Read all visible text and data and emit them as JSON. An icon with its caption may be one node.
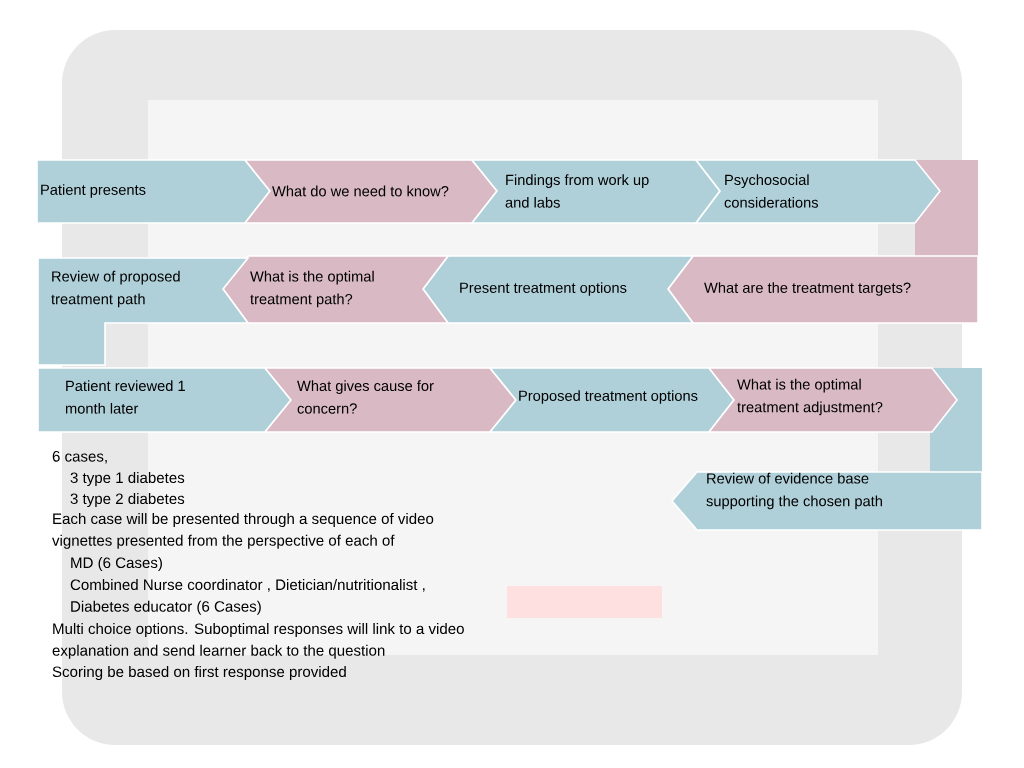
{
  "diagram": {
    "nodes": [
      {
        "text": [
          "Patient presents"
        ]
      },
      {
        "text": [
          "What do we need to know?"
        ]
      },
      {
        "text": [
          "Findings from work up and labs"
        ]
      },
      {
        "text": [
          "Psychosocial considerations"
        ]
      },
      {
        "text": [],
        "shape": "bar"
      },
      {
        "text": [
          "What are the treatment targets?"
        ]
      },
      {
        "text": [
          "Present treatment options"
        ]
      },
      {
        "text": [
          "What is the optimal treatment path?"
        ]
      },
      {
        "text": [
          "Review of proposed treatment path"
        ]
      },
      {
        "text": [
          "Patient reviewed 1 month later"
        ]
      },
      {
        "text": [
          "What gives cause for concern?"
        ]
      },
      {
        "text": [
          "Proposed treatment options"
        ]
      },
      {
        "text": [
          "What is the optimal treatment adjustment?"
        ]
      },
      {
        "text": [],
        "shape": "bar"
      },
      {
        "text": [
          "Review of evidence base supporting the chosen path"
        ]
      }
    ],
    "labels": [
      "6 cases,",
      "3 type 1 diabetes",
      "3 type 2 diabetes",
      "Each case will be presented through a sequence of video vignettes presented from the perspective of each of",
      "MD (6 Cases)",
      "Combined Nurse coordinator , Dietician/nutritionalist , Diabetes educator  (6 Cases)",
      "Multi choice options. Suboptimal responses will link to a video explanation and send learner back to the question",
      "Scoring be based on first response provided"
    ]
  }
}
